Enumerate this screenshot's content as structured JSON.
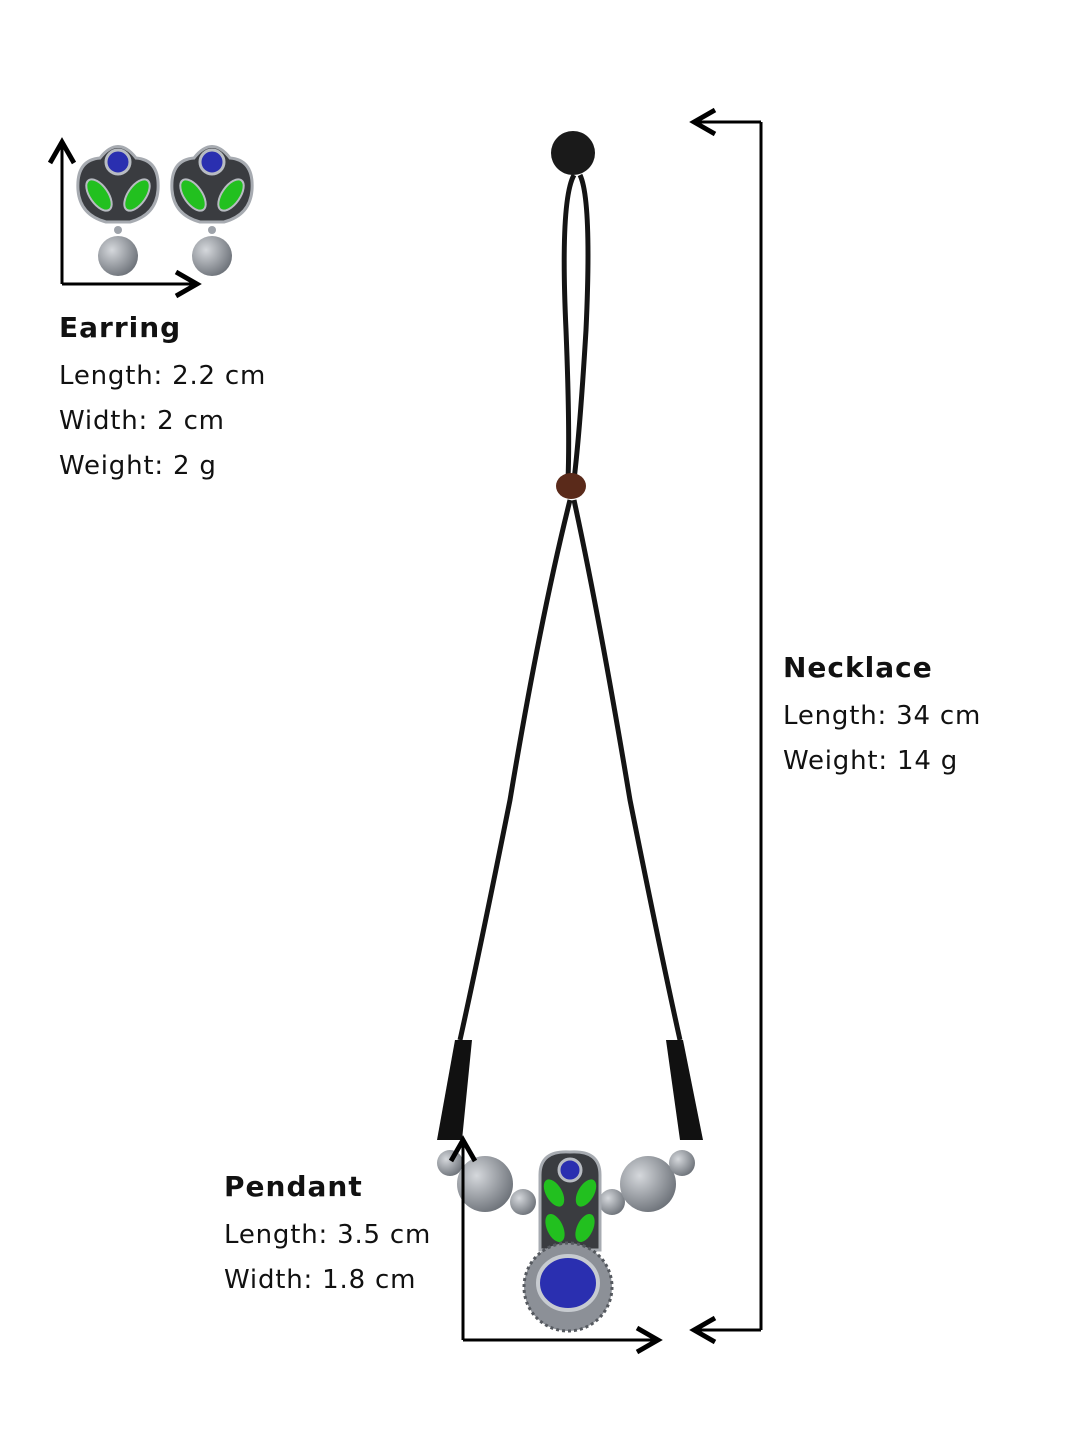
{
  "earring": {
    "title": "Earring",
    "length": "Length: 2.2 cm",
    "width": "Width: 2 cm",
    "weight": "Weight: 2 g"
  },
  "necklace": {
    "title": "Necklace",
    "length": "Length: 34 cm",
    "weight": "Weight: 14 g"
  },
  "pendant": {
    "title": "Pendant",
    "length": "Length: 3.5 cm",
    "width": "Width: 1.8 cm"
  },
  "colors": {
    "cord": "#141414",
    "silver": "#9ea3aa",
    "stone_blue": "#2a2fb0",
    "enamel_green": "#22c01f",
    "wood_bead": "#5a2a1a"
  }
}
